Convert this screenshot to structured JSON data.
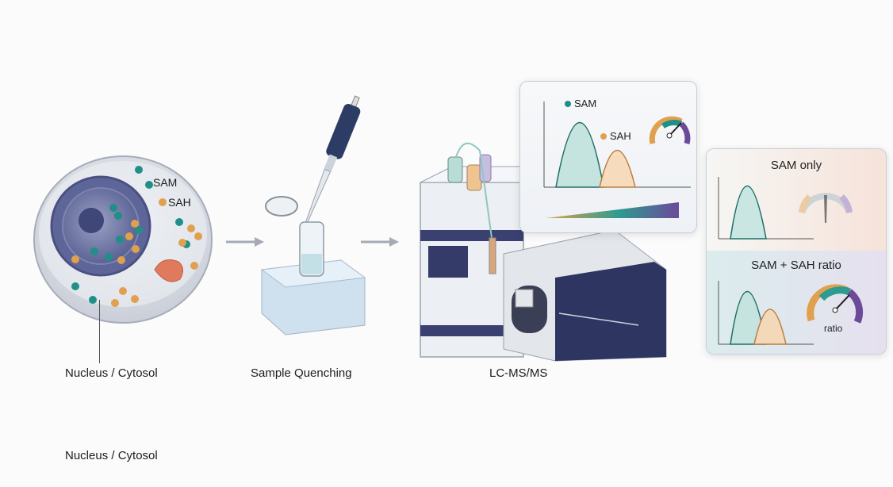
{
  "stages": [
    {
      "id": "cell",
      "label": "Nucleus / Cytosol"
    },
    {
      "id": "quench",
      "label": "Sample Quenching"
    },
    {
      "id": "lcms",
      "label": "LC-MS/MS"
    }
  ],
  "cell": {
    "legend": [
      {
        "name": "SAM",
        "color": "#1f8f88"
      },
      {
        "name": "SAH",
        "color": "#e0a04e"
      }
    ]
  },
  "chromatogram": {
    "peaks": [
      {
        "name": "SAM",
        "color": "#1f8f88"
      },
      {
        "name": "SAH",
        "color": "#e0a04e"
      }
    ]
  },
  "comparison": {
    "top_title": "SAM only",
    "bottom_title": "SAM + SAH ratio",
    "gauge_label": "ratio"
  },
  "footer_label": "Nucleus / Cytosol",
  "colors": {
    "sam": "#1f8f88",
    "sah": "#e0a04e",
    "purple": "#6b4a9a",
    "navy": "#2e3561"
  }
}
